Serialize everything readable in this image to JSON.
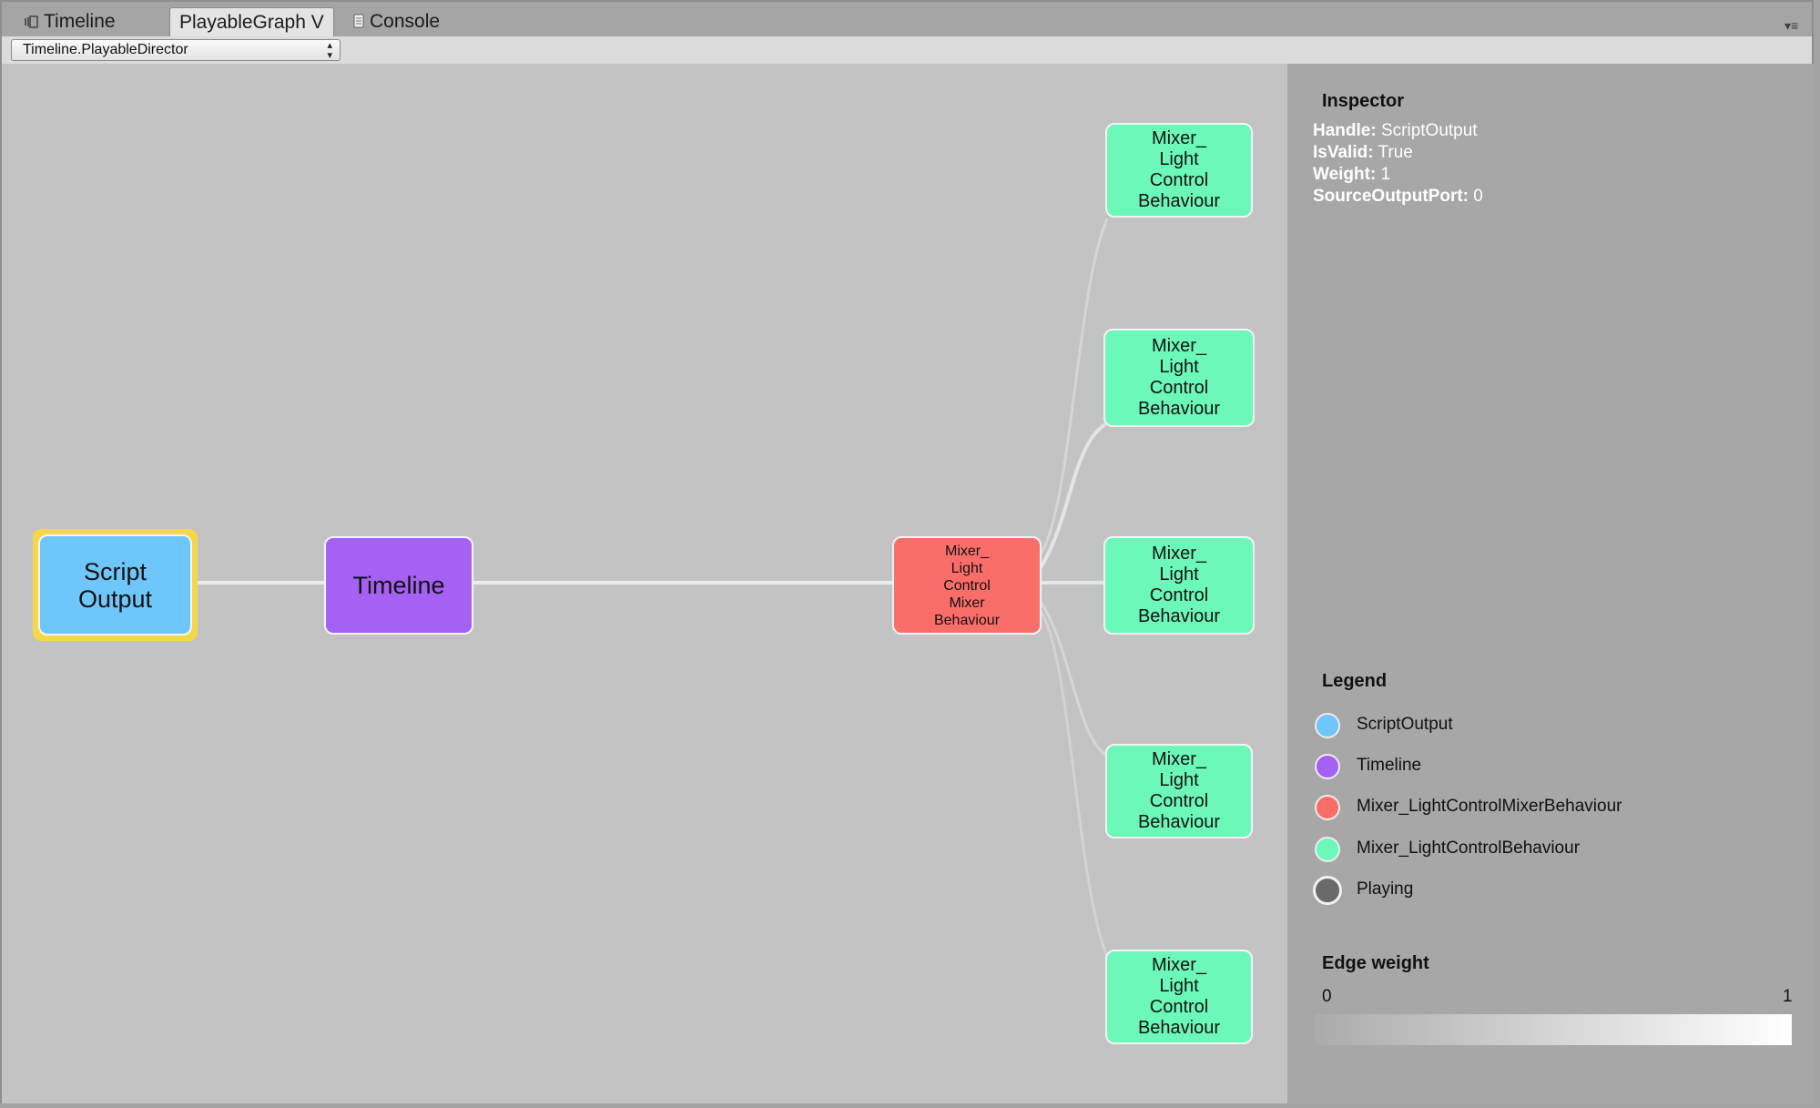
{
  "tabs": [
    {
      "label": "Timeline",
      "icon": "timeline-icon"
    },
    {
      "label": "PlayableGraph V",
      "icon": ""
    },
    {
      "label": "Console",
      "icon": "console-icon"
    }
  ],
  "toolbar": {
    "director_select": "Timeline.PlayableDirector"
  },
  "graph": {
    "script_output": "Script\nOutput",
    "timeline": "Timeline",
    "mixer": "Mixer_\nLight\nControl\nMixer\nBehaviour",
    "behaviour_nodes": [
      "Mixer_\nLight\nControl\nBehaviour",
      "Mixer_\nLight\nControl\nBehaviour",
      "Mixer_\nLight\nControl\nBehaviour",
      "Mixer_\nLight\nControl\nBehaviour",
      "Mixer_\nLight\nControl\nBehaviour"
    ],
    "colors": {
      "script_output": "#6fc6fb",
      "timeline": "#a561f3",
      "mixer": "#fa6e6a",
      "behaviour": "#6cf8b9",
      "selected": "#f5d74a"
    }
  },
  "inspector": {
    "title": "Inspector",
    "props": [
      {
        "key": "Handle:",
        "value": "ScriptOutput"
      },
      {
        "key": "IsValid:",
        "value": "True"
      },
      {
        "key": "Weight:",
        "value": "1"
      },
      {
        "key": "SourceOutputPort:",
        "value": "0"
      }
    ]
  },
  "legend": {
    "title": "Legend",
    "items": [
      {
        "label": "ScriptOutput",
        "color": "#6fc6fb"
      },
      {
        "label": "Timeline",
        "color": "#a561f3"
      },
      {
        "label": "Mixer_LightControlMixerBehaviour",
        "color": "#fa6e6a"
      },
      {
        "label": "Mixer_LightControlBehaviour",
        "color": "#6cf8b9"
      },
      {
        "label": "Playing",
        "color": "#6a6a6a"
      }
    ]
  },
  "edge_weight": {
    "title": "Edge weight",
    "min": "0",
    "max": "1"
  }
}
